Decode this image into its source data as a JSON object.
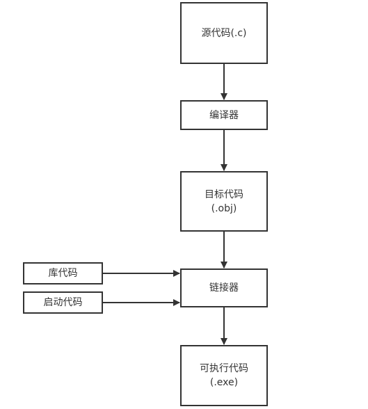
{
  "diagram": {
    "nodes": {
      "source": {
        "label": "源代码(.c)"
      },
      "compiler": {
        "label": "编译器"
      },
      "object": {
        "line1": "目标代码",
        "line2": "(.obj)"
      },
      "library": {
        "label": "库代码"
      },
      "startup": {
        "label": "启动代码"
      },
      "linker": {
        "label": "链接器"
      },
      "executable": {
        "line1": "可执行代码",
        "line2": "(.exe)"
      }
    },
    "edges": [
      {
        "from": "source",
        "to": "compiler"
      },
      {
        "from": "compiler",
        "to": "object"
      },
      {
        "from": "object",
        "to": "linker"
      },
      {
        "from": "library",
        "to": "linker"
      },
      {
        "from": "startup",
        "to": "linker"
      },
      {
        "from": "linker",
        "to": "executable"
      }
    ],
    "colors": {
      "stroke": "#333333",
      "fill": "#ffffff",
      "text": "#333333"
    }
  }
}
